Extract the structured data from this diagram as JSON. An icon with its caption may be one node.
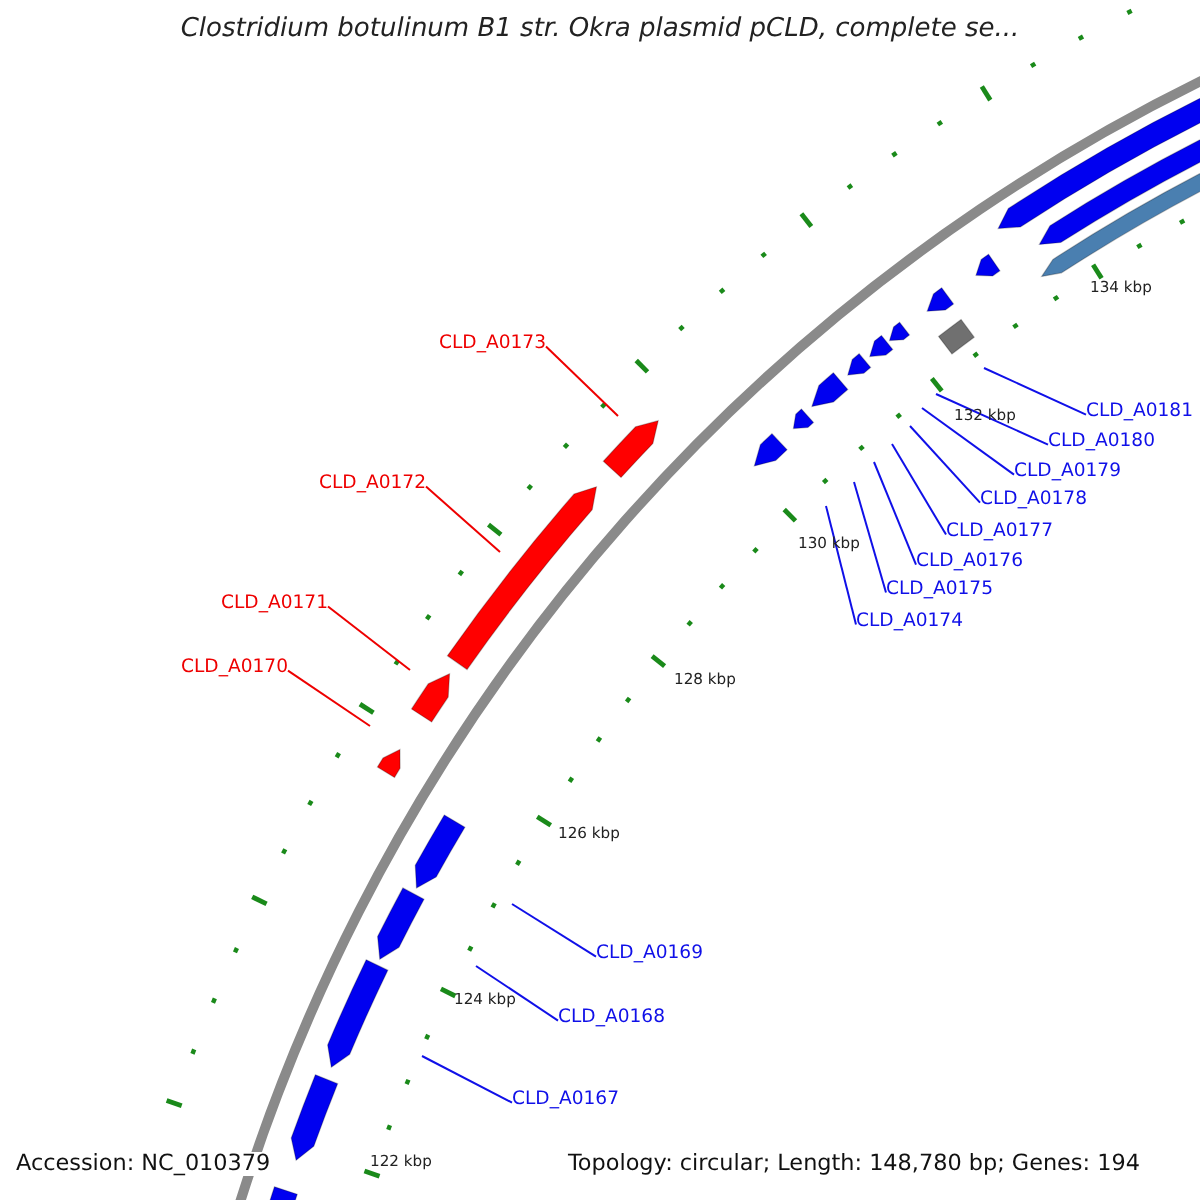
{
  "diagram": {
    "title": "Clostridium botulinum B1 str. Okra plasmid pCLD, complete se...",
    "nodes": [
      {
        "text": [
          "CLD_A0173"
        ]
      },
      {
        "text": [
          "CLD_A0181"
        ]
      },
      {
        "text": [
          "CLD_A0180"
        ]
      },
      {
        "text": [
          "CLD_A0179"
        ]
      },
      {
        "text": [
          "CLD_A0172"
        ]
      },
      {
        "text": [
          "CLD_A0178"
        ]
      },
      {
        "text": [
          "CLD_A0177"
        ]
      },
      {
        "text": [
          "CLD_A0176"
        ]
      },
      {
        "text": [
          "CLD_A0175"
        ]
      },
      {
        "text": [
          "CLD_A0171"
        ]
      },
      {
        "text": [
          "CLD_A0174"
        ]
      },
      {
        "text": [
          "CLD_A0170"
        ]
      },
      {
        "text": [
          "CLD_A0169"
        ]
      },
      {
        "text": [
          "CLD_A0168"
        ]
      },
      {
        "text": [
          "CLD_A0167"
        ]
      }
    ],
    "edges": [
      {
        "from": 0,
        "to": null,
        "arrow": "none",
        "color": "#ee0000"
      },
      {
        "from": 1,
        "to": null,
        "arrow": "none"
      },
      {
        "from": 2,
        "to": null,
        "arrow": "none"
      },
      {
        "from": 3,
        "to": null,
        "arrow": "none"
      },
      {
        "from": 4,
        "to": null,
        "arrow": "none",
        "color": "#ee0000"
      },
      {
        "from": 5,
        "to": null,
        "arrow": "none"
      },
      {
        "from": 6,
        "to": null,
        "arrow": "none"
      },
      {
        "from": 7,
        "to": null,
        "arrow": "none"
      },
      {
        "from": 8,
        "to": null,
        "arrow": "none"
      },
      {
        "from": 9,
        "to": null,
        "arrow": "none",
        "color": "#ee0000"
      },
      {
        "from": 10,
        "to": null,
        "arrow": "none"
      },
      {
        "from": 11,
        "to": null,
        "arrow": "none",
        "color": "#ee0000"
      },
      {
        "from": 12,
        "to": null,
        "arrow": "none"
      },
      {
        "from": 13,
        "to": null,
        "arrow": "none"
      },
      {
        "from": 14,
        "to": null,
        "arrow": "none"
      }
    ],
    "labels": [
      "134 kbp",
      "132 kbp",
      "130 kbp",
      "128 kbp",
      "126 kbp",
      "124 kbp",
      "122 kbp",
      "Accession: NC_010379",
      "Topology: circular; Length: 148,780 bp; Genes: 194"
    ]
  }
}
